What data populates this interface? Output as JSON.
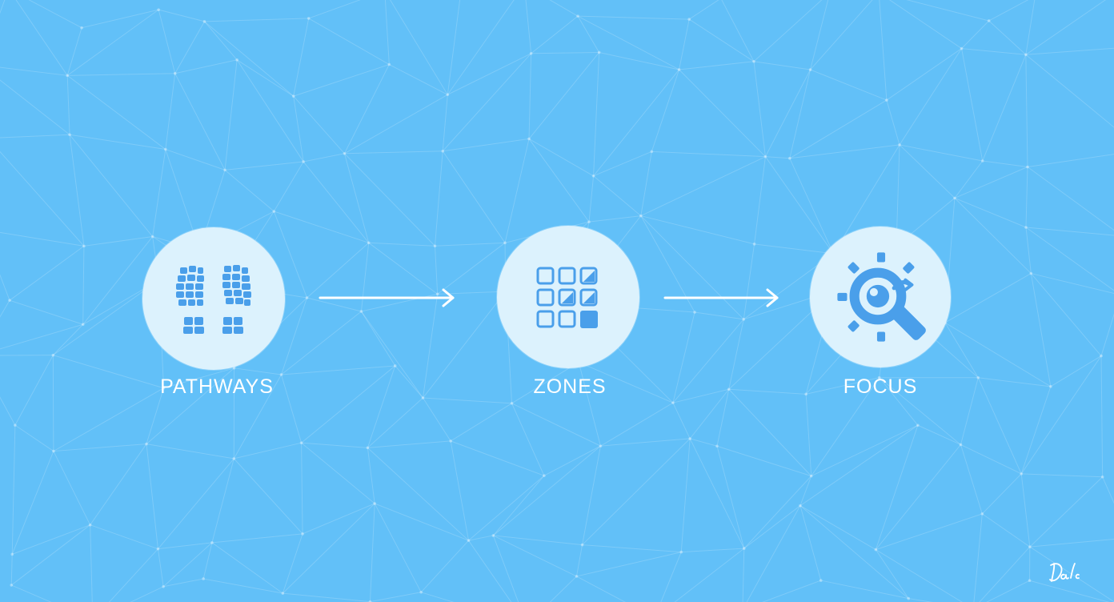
{
  "steps": [
    {
      "label": "PATHWAYS",
      "icon": "footprints-icon"
    },
    {
      "label": "ZONES",
      "icon": "grid-icon"
    },
    {
      "label": "FOCUS",
      "icon": "magnifier-sun-icon"
    }
  ],
  "signature_text": "Dalc",
  "colors": {
    "background": "#62c0f8",
    "circle_fill": "#dcf2fd",
    "icon_blue": "#4a9fea",
    "text": "#ffffff",
    "arrow": "#ffffff"
  }
}
